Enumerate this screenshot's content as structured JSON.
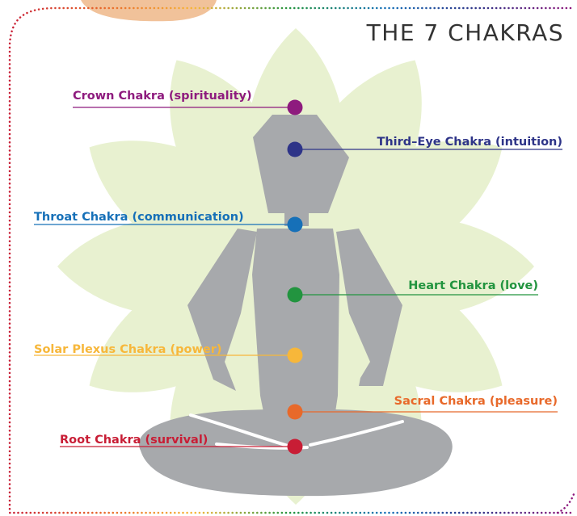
{
  "title": "THE 7 CHAKRAS",
  "chakras": [
    {
      "label": "Crown Chakra (spirituality)",
      "color": "#8e1b7e"
    },
    {
      "label": "Third–Eye Chakra (intuition)",
      "color": "#2e3488"
    },
    {
      "label": "Throat Chakra (communication)",
      "color": "#1670b8"
    },
    {
      "label": "Heart Chakra (love)",
      "color": "#22943f"
    },
    {
      "label": "Solar Plexus Chakra (power)",
      "color": "#f7b73a"
    },
    {
      "label": "Sacral Chakra (pleasure)",
      "color": "#e8692a"
    },
    {
      "label": "Root Chakra (survival)",
      "color": "#c81d35"
    }
  ],
  "colors": {
    "figure": "#a7a9ac",
    "lotus": "#e6f0cc",
    "hand": "#f1c29a",
    "border": [
      "#c81d35",
      "#e8692a",
      "#f7b73a",
      "#22943f",
      "#1670b8",
      "#2e3488",
      "#8e1b7e"
    ]
  }
}
